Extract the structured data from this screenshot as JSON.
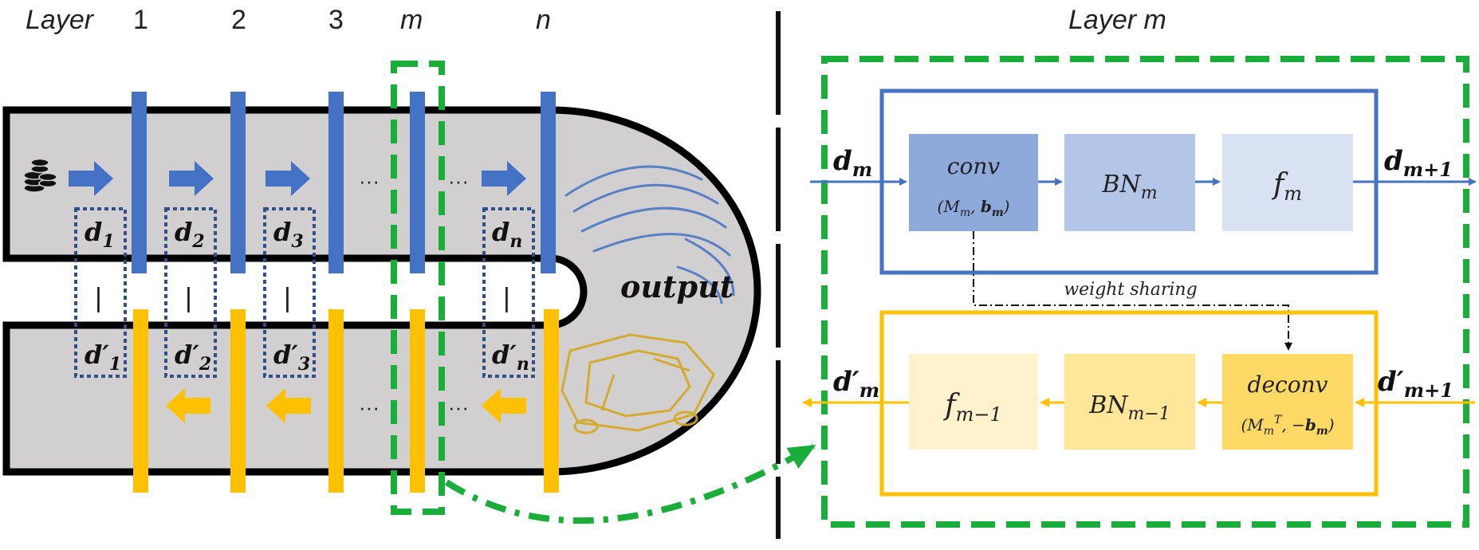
{
  "left": {
    "layer_label": "Layer",
    "layer_indices": [
      "1",
      "2",
      "3",
      "m",
      "n"
    ],
    "ellipsis": "···",
    "divider": "|",
    "output_label": "output",
    "d_top": [
      {
        "base": "d",
        "sub": "1"
      },
      {
        "base": "d",
        "sub": "2"
      },
      {
        "base": "d",
        "sub": "3"
      },
      {
        "base": "d",
        "sub": "n"
      }
    ],
    "d_bottom": [
      {
        "base": "d′",
        "sub": "1"
      },
      {
        "base": "d′",
        "sub": "2"
      },
      {
        "base": "d′",
        "sub": "3"
      },
      {
        "base": "d′",
        "sub": "n"
      }
    ]
  },
  "right": {
    "title": "Layer m",
    "input_top": {
      "base": "d",
      "sub": "m"
    },
    "output_top": {
      "base": "d",
      "sub": "m+1"
    },
    "input_bottom": {
      "base": "d′",
      "sub": "m+1"
    },
    "output_bottom": {
      "base": "d′",
      "sub": "m"
    },
    "conv": {
      "name": "conv",
      "params_a": "(M",
      "params_a_sub": "m",
      "params_b": ", ",
      "params_c": "b",
      "params_c_sub": "m",
      "params_d": ")"
    },
    "bn_top": {
      "base": "BN",
      "sub": "m"
    },
    "f_top": {
      "base": "f",
      "sub": "m"
    },
    "weight_sharing": "weight sharing",
    "deconv": {
      "name": "deconv",
      "params_a": "(M",
      "params_a_sub": "m",
      "params_a_sup": "T",
      "params_b": ", −",
      "params_c": "b",
      "params_c_sub": "m",
      "params_d": ")"
    },
    "bn_bottom": {
      "base": "BN",
      "sub": "m−1"
    },
    "f_bottom": {
      "base": "f",
      "sub": "m−1"
    }
  },
  "colors": {
    "blue": "#4472c4",
    "yellow": "#ffc000",
    "green": "#1aad3a",
    "track": "#d2cfd0",
    "conv": "#8eaadb",
    "bn_top": "#b4c6e7",
    "f_top": "#d9e2f3",
    "deconv": "#ffd966",
    "bn_bottom": "#ffe699",
    "f_bottom": "#fff2cc"
  }
}
